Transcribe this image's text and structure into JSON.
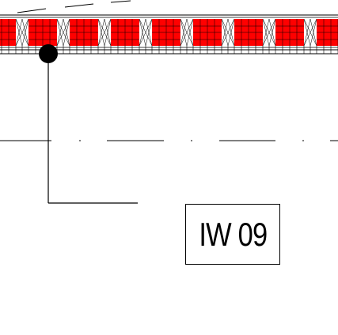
{
  "drawing": {
    "tag_label": "IW 09",
    "colors": {
      "line": "#000000",
      "insulation_fill": "#ff0000",
      "background": "#ffffff"
    },
    "elements": {
      "wall_band": "wall-assembly-band",
      "leader_dot": "leader-dot",
      "leader_line": "leader-line",
      "centerline": "dash-dot-centerline",
      "tag": "wall-type-tag"
    }
  }
}
